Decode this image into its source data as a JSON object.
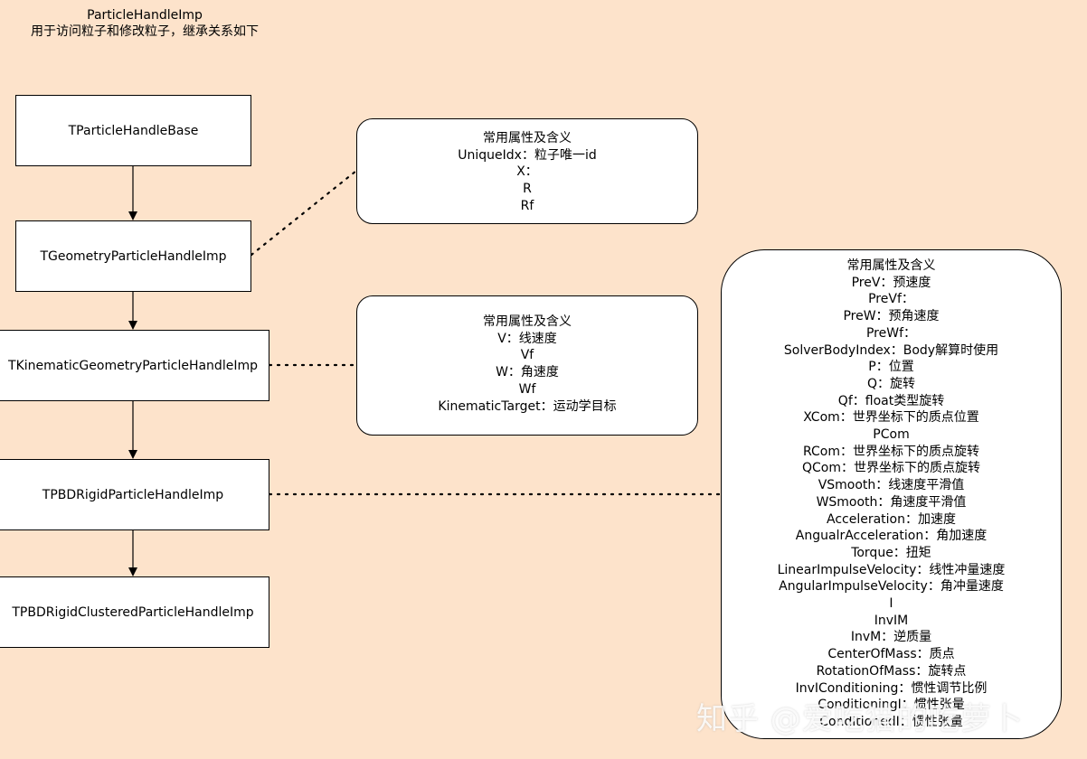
{
  "header": {
    "title": "ParticleHandleImp",
    "subtitle": "用于访问粒子和修改粒子，继承关系如下"
  },
  "nodes": [
    {
      "id": "n1",
      "label": "TParticleHandleBase"
    },
    {
      "id": "n2",
      "label": "TGeometryParticleHandleImp"
    },
    {
      "id": "n3",
      "label": "TKinematicGeometryParticleHandleImp"
    },
    {
      "id": "n4",
      "label": "TPBDRigidParticleHandleImp"
    },
    {
      "id": "n5",
      "label": "TPBDRigidClusteredParticleHandleImp"
    }
  ],
  "edges": [
    {
      "from": "n1",
      "to": "n2",
      "style": "solid-arrow"
    },
    {
      "from": "n2",
      "to": "n3",
      "style": "solid-arrow"
    },
    {
      "from": "n3",
      "to": "n4",
      "style": "solid-arrow"
    },
    {
      "from": "n4",
      "to": "n5",
      "style": "solid-arrow"
    },
    {
      "from": "n2",
      "to": "note1",
      "style": "dotted"
    },
    {
      "from": "n3",
      "to": "note2",
      "style": "dotted"
    },
    {
      "from": "n4",
      "to": "note3",
      "style": "dotted"
    }
  ],
  "notes": [
    {
      "id": "note1",
      "lines": [
        "常用属性及含义",
        "UniqueIdx：粒子唯一id",
        "X：",
        "R",
        "Rf"
      ]
    },
    {
      "id": "note2",
      "lines": [
        "常用属性及含义",
        "V：线速度",
        "Vf",
        "W：角速度",
        "Wf",
        "KinematicTarget：运动学目标"
      ]
    },
    {
      "id": "note3",
      "lines": [
        "常用属性及含义",
        "PreV：预速度",
        "PreVf：",
        "PreW：预角速度",
        "PreWf：",
        "SolverBodyIndex：Body解算时使用",
        "P：位置",
        "Q：旋转",
        "Qf：float类型旋转",
        "XCom：世界坐标下的质点位置",
        "PCom",
        "RCom：世界坐标下的质点旋转",
        "QCom：世界坐标下的质点旋转",
        "VSmooth：线速度平滑值",
        "WSmooth：角速度平滑值",
        "Acceleration：加速度",
        "AngualrAcceleration：角加速度",
        "Torque：扭矩",
        "LinearImpulseVelocity：线性冲量速度",
        "AngularImpulseVelocity：角冲量速度",
        "I",
        "InvIM",
        "InvM：逆质量",
        "CenterOfMass：质点",
        "RotationOfMass：旋转点",
        "InvIConditioning：惯性调节比例",
        "ConditioningI：惯性张量",
        "ConditionedI：惯性张量"
      ]
    }
  ],
  "watermark": "知乎 @爱吃猫的吃萝卜"
}
